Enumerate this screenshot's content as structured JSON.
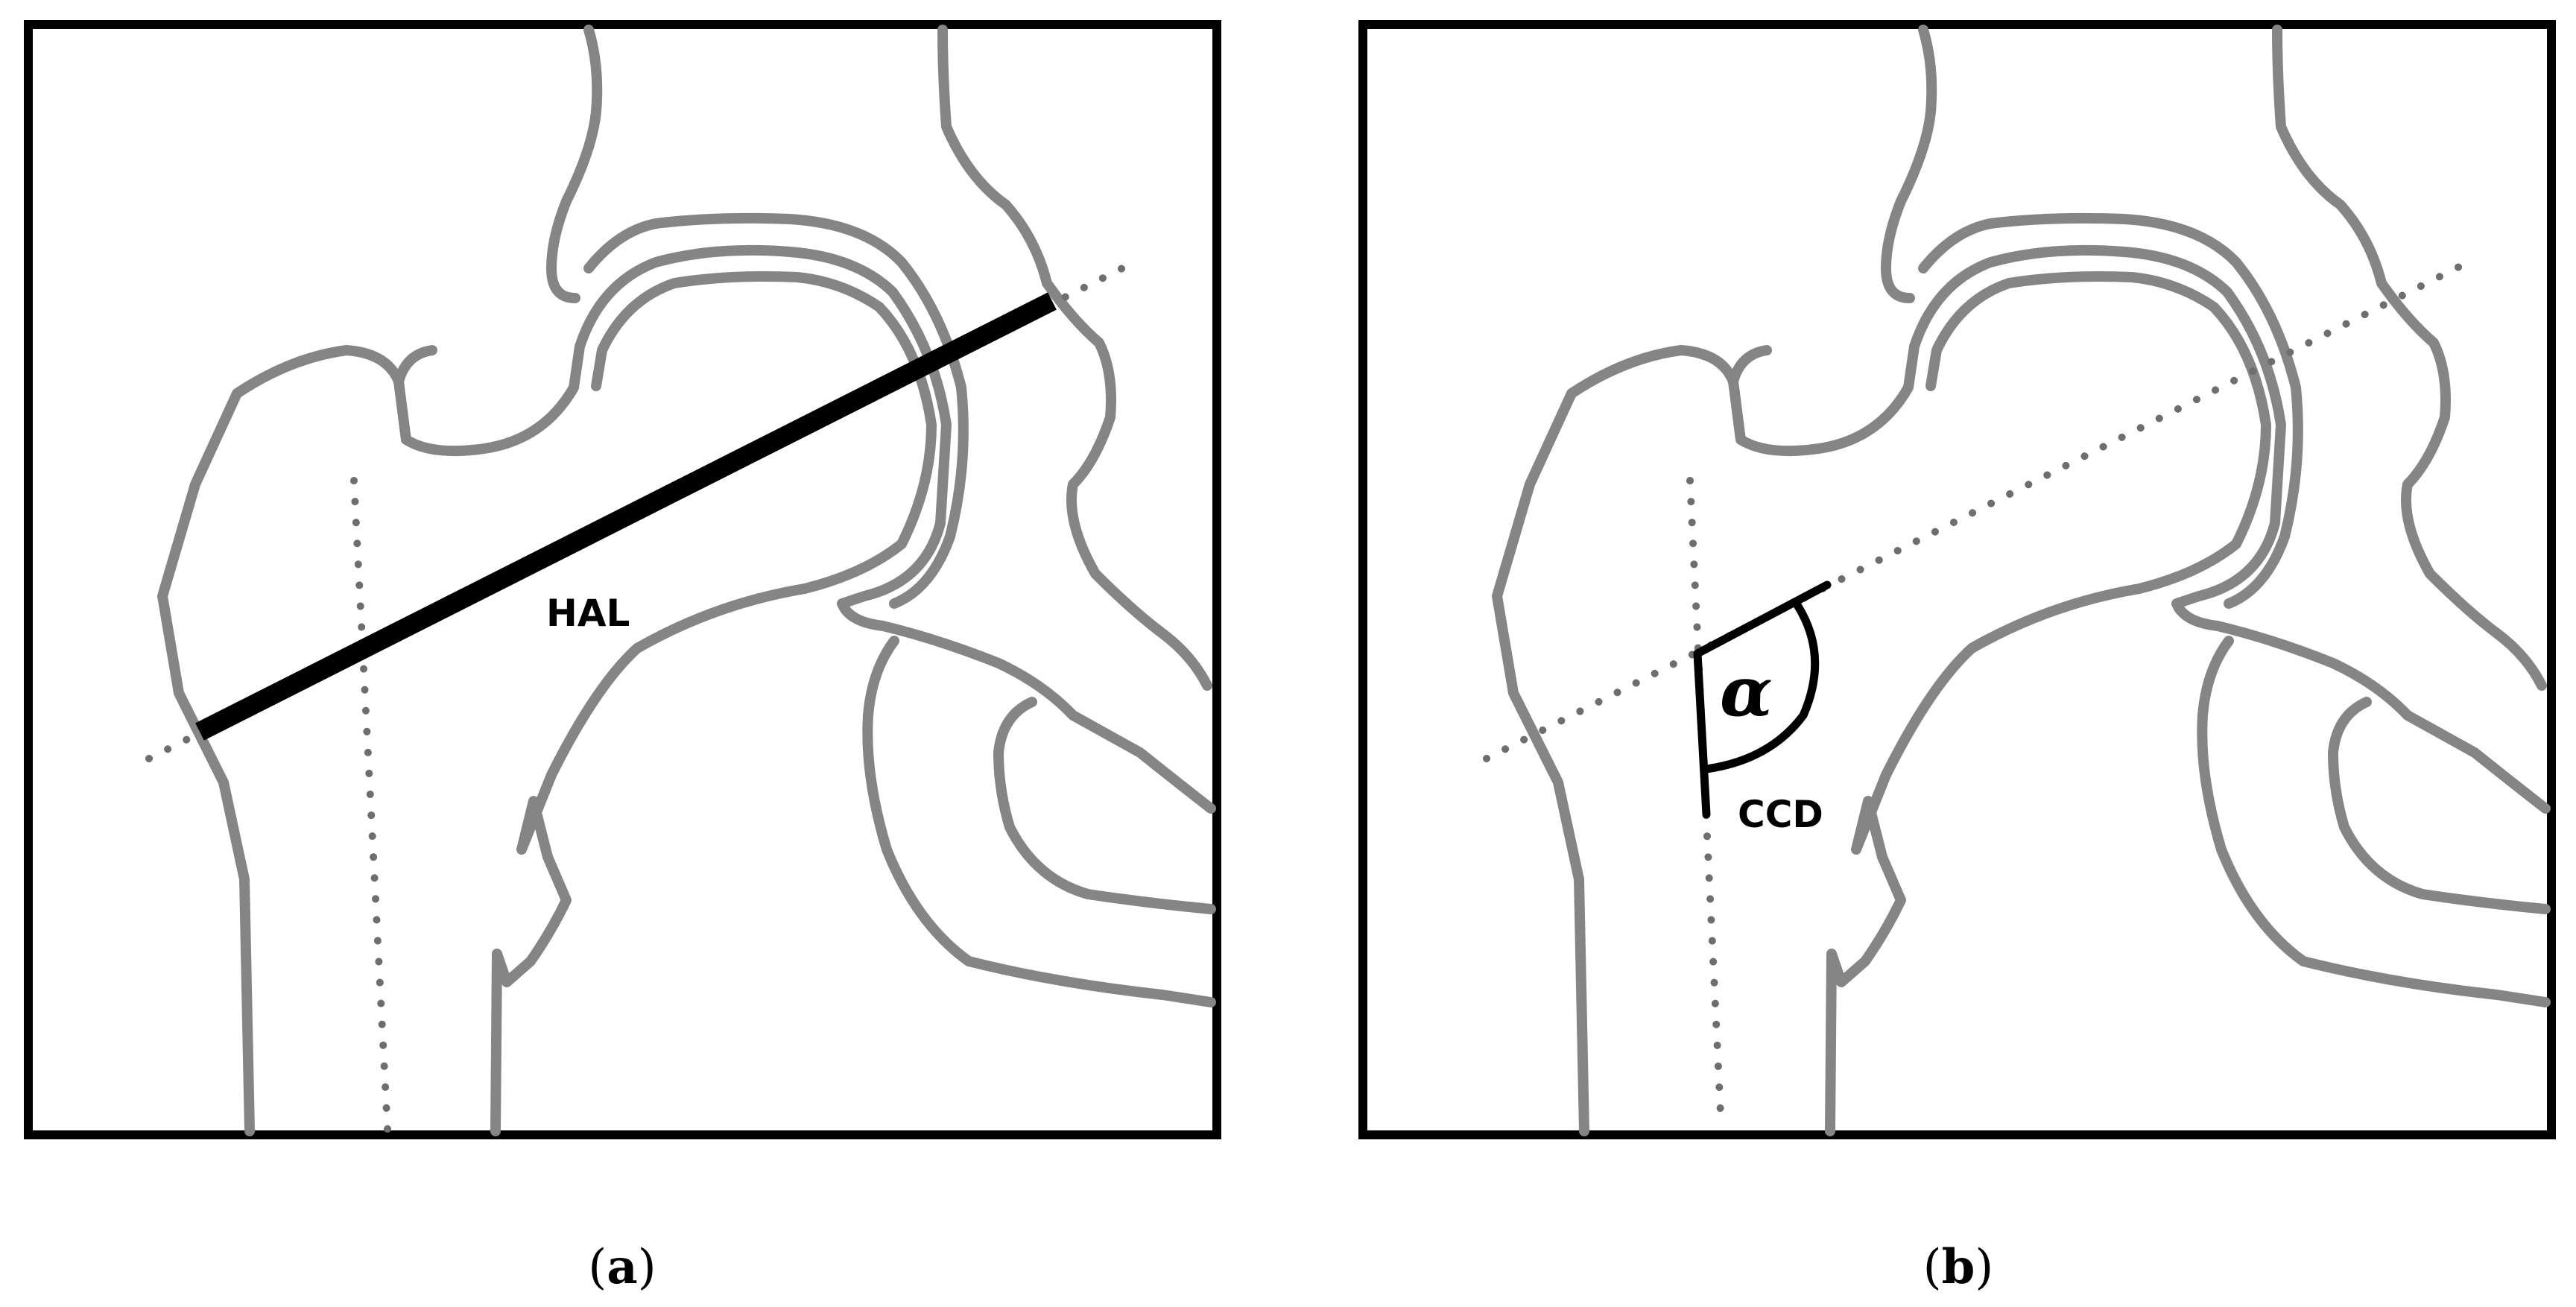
{
  "panels": [
    {
      "caption_open": "(",
      "caption_letter": "a",
      "caption_close": ")",
      "measure_label": "HAL"
    },
    {
      "caption_open": "(",
      "caption_letter": "b",
      "caption_close": ")",
      "measure_label": "CCD",
      "angle_symbol": "α"
    }
  ],
  "colors": {
    "bone_outline": "#858585",
    "axis_dots": "#6e6e6e",
    "measurement": "#000000",
    "frame": "#000000"
  }
}
